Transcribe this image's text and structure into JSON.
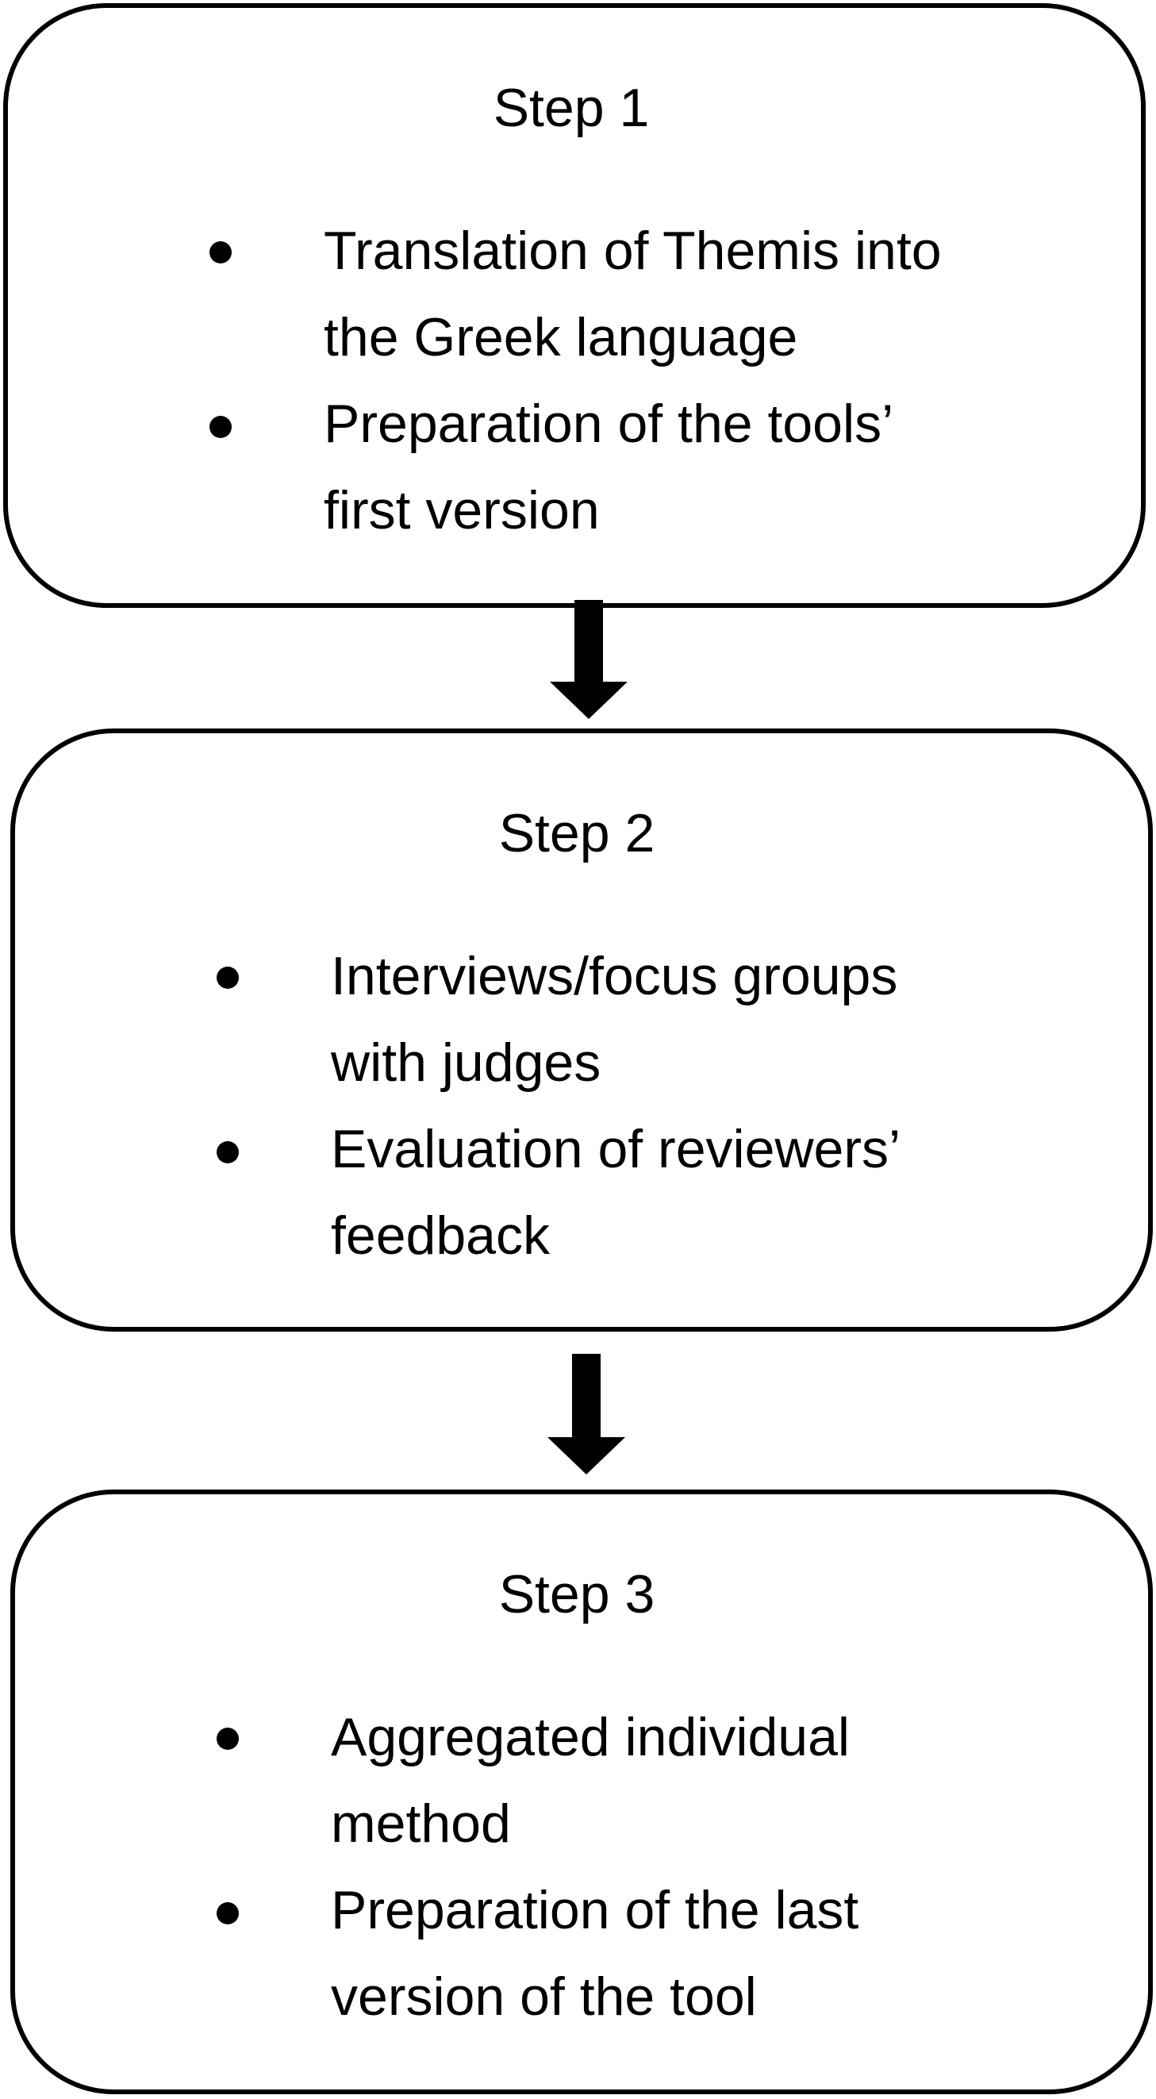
{
  "steps": [
    {
      "title": "Step 1",
      "bullets": [
        {
          "line1": "Translation of Themis into",
          "line2": "the Greek language"
        },
        {
          "line1": "Preparation of the tools’",
          "line2": "first version"
        }
      ]
    },
    {
      "title": "Step 2",
      "bullets": [
        {
          "line1": "Interviews/focus groups",
          "line2": "with judges"
        },
        {
          "line1": "Evaluation of reviewers’",
          "line2": "feedback"
        }
      ]
    },
    {
      "title": "Step 3",
      "bullets": [
        {
          "line1": "Aggregated individual",
          "line2": "method"
        },
        {
          "line1": "Preparation of the last",
          "line2": "version of the tool"
        }
      ]
    }
  ],
  "colors": {
    "stroke": "#000000",
    "background": "#ffffff"
  },
  "icons": {
    "connector": "down-arrow-icon",
    "bullet": "bullet-dot-icon"
  }
}
